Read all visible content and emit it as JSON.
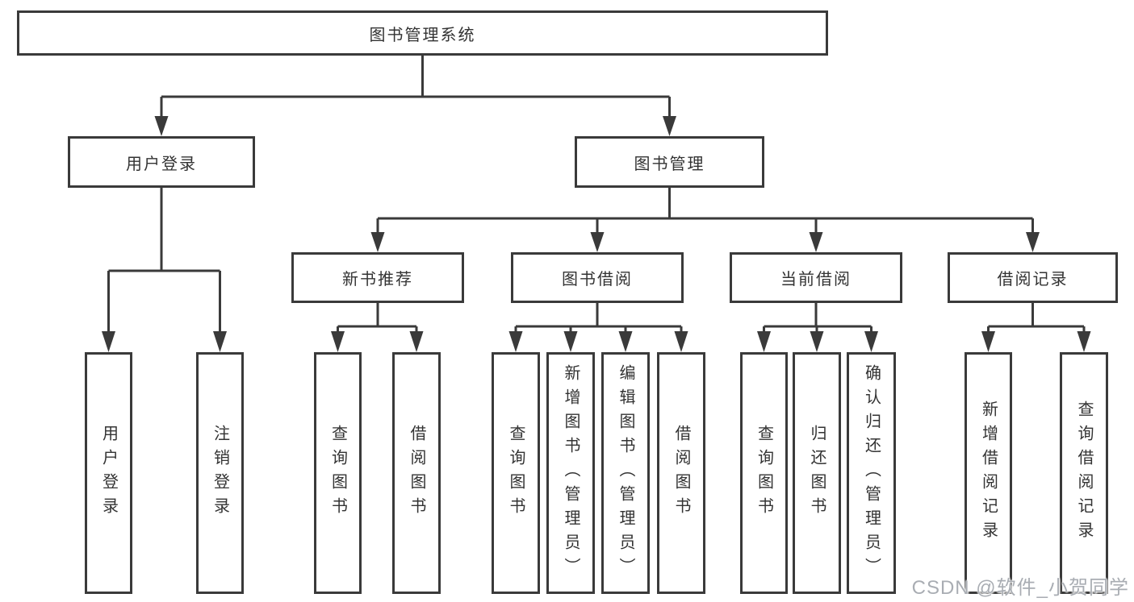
{
  "tree": {
    "label": "图书管理系统",
    "children": [
      {
        "label": "用户登录",
        "children": [
          {
            "label": "用户登录"
          },
          {
            "label": "注销登录"
          }
        ]
      },
      {
        "label": "图书管理",
        "children": [
          {
            "label": "新书推荐",
            "children": [
              {
                "label": "查询图书"
              },
              {
                "label": "借阅图书"
              }
            ]
          },
          {
            "label": "图书借阅",
            "children": [
              {
                "label": "查询图书"
              },
              {
                "label": "新增图书（管理员）"
              },
              {
                "label": "编辑图书（管理员）"
              },
              {
                "label": "借阅图书"
              }
            ]
          },
          {
            "label": "当前借阅",
            "children": [
              {
                "label": "查询图书"
              },
              {
                "label": "归还图书"
              },
              {
                "label": "确认归还（管理员）"
              }
            ]
          },
          {
            "label": "借阅记录",
            "children": [
              {
                "label": "新增借阅记录"
              },
              {
                "label": "查询借阅记录"
              }
            ]
          }
        ]
      }
    ]
  },
  "watermark": {
    "text": "CSDN @软件_小贺同学"
  },
  "colors": {
    "line": "#3a3a3a",
    "text": "#333333",
    "background": "#ffffff",
    "watermark": "#a9adb3"
  }
}
